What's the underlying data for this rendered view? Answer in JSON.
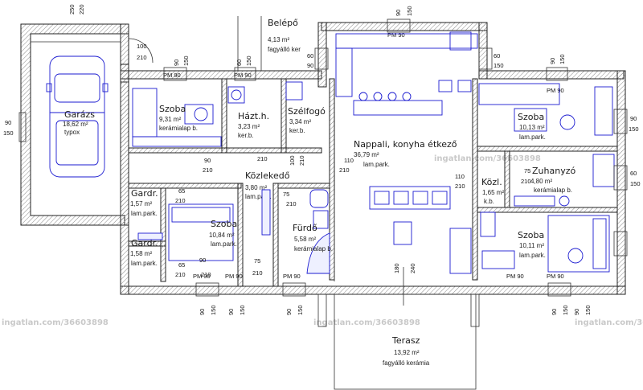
{
  "rooms": {
    "garazs": {
      "name": "Garázs",
      "area": "18,62 m²",
      "floor": "typox"
    },
    "belepo": {
      "name": "Belépő",
      "area": "4,13 m²",
      "floor": "fagyálló ker"
    },
    "szoba1": {
      "name": "Szoba",
      "area": "9,31 m²",
      "floor": "kerámialap b."
    },
    "haztartasi": {
      "name": "Házt.h.",
      "area": "3,23 m²",
      "floor": "ker.b."
    },
    "szelfogo": {
      "name": "Szélfogó",
      "area": "3,34 m²",
      "floor": "ker.b."
    },
    "nappali": {
      "name": "Nappali, konyha étkező",
      "area": "36,79 m²",
      "floor": "lam.park."
    },
    "szoba2": {
      "name": "Szoba",
      "area": "10,13 m²",
      "floor": "lam.park."
    },
    "kozlekedo": {
      "name": "Közlekedő",
      "area": "3,80 m²",
      "floor": "lam.park."
    },
    "kozl": {
      "name": "Közl.",
      "area": "1,65 m²",
      "floor": "k.b."
    },
    "zuhanyzo": {
      "name": "Zuhanyzó",
      "area": "4,80 m²",
      "floor": "kerámialap b."
    },
    "gardr1": {
      "name": "Gardr.",
      "area": "1,57 m²",
      "floor": "lam.park."
    },
    "szoba3": {
      "name": "Szoba",
      "area": "10,84 m²",
      "floor": "lam.park."
    },
    "furdo": {
      "name": "Fürdő",
      "area": "5,58 m²",
      "floor": "kerámialap b."
    },
    "gardr2": {
      "name": "Gardr.",
      "area": "1,58 m²",
      "floor": "lam.park."
    },
    "szoba4": {
      "name": "Szoba",
      "area": "10,11 m²",
      "floor": "lam.park."
    },
    "terasz": {
      "name": "Terasz",
      "area": "13,92 m²",
      "floor": "fagyálló kerámia"
    }
  },
  "dims": {
    "d250": "250",
    "d220": "220",
    "d100a": "100",
    "d210a": "210",
    "g90a": "90",
    "g150a": "150",
    "t90a": "90",
    "t150a": "150",
    "t60a": "60",
    "t150b": "150",
    "pm90a": "PM 90",
    "pm90b": "PM 90",
    "pm90c": "PM 90",
    "pm90d": "PM 90",
    "pm90e": "PM 90",
    "top90": "90",
    "top150": "150",
    "r60": "60",
    "r90": "90",
    "r150a": "150",
    "r150b": "150",
    "s90": "90",
    "s210": "210",
    "s60": "60",
    "s210b": "210",
    "k90": "90",
    "k210": "210",
    "k100": "100",
    "k210b": "210",
    "k110a": "110",
    "k210c": "210",
    "n110": "110",
    "n210": "210",
    "z75": "75",
    "z210": "210",
    "gd65a": "65",
    "gd210a": "210",
    "gd65b": "65",
    "gd210b": "210",
    "f75a": "75",
    "f210a": "210",
    "f75b": "75",
    "f210b": "210",
    "b90a": "90",
    "b150a": "150",
    "b90b": "90",
    "b150b": "150",
    "b90c": "90",
    "b150c": "150",
    "b90d": "90",
    "b150d": "150",
    "b90e": "90",
    "b150e": "150",
    "pm90f": "PM 90",
    "pm90g": "PM 90",
    "pm90h": "PM 90",
    "pm90i": "PM 90",
    "ter180": "180",
    "ter240": "240",
    "r90b": "90",
    "r150c": "150",
    "r60b": "60",
    "r90c": "90",
    "r150d": "150"
  },
  "watermark": {
    "t1": "ingatlan.com/36603898",
    "t2": "ingatlan.com/36603898",
    "t3": "ingatlan.com/36603898",
    "t4": "ingatlan.com/36603898"
  },
  "colors": {
    "wall": "#222222",
    "furniture": "#1b1bd0",
    "hatch": "#888888"
  }
}
